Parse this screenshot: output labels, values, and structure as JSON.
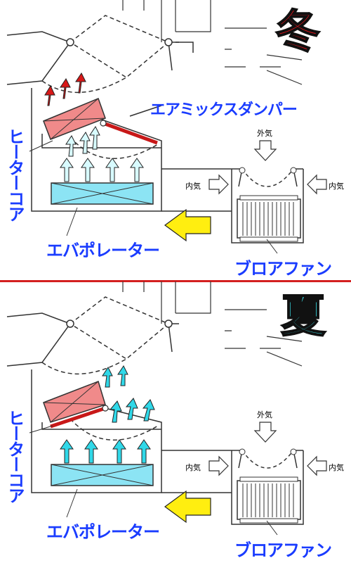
{
  "winter": {
    "season_label": "冬",
    "season_color": "#e8121a",
    "labels": {
      "mix_damper": "エアミックスダンパー",
      "heater_core": "ヒーターコア",
      "evaporator": "エバポレーター",
      "blower_fan": "ブロアファン",
      "outside_air": "外気",
      "inside_air_left": "内気",
      "inside_air_right": "内気"
    }
  },
  "summer": {
    "season_label": "夏",
    "season_color": "#38e0e8",
    "labels": {
      "heater_core": "ヒーターコア",
      "evaporator": "エバポレーター",
      "blower_fan": "ブロアファン",
      "outside_air": "外気",
      "inside_air_left": "内気",
      "inside_air_right": "内気"
    }
  },
  "colors": {
    "label_blue": "#1a3cff",
    "heater_fill": "#f08a8a",
    "evaporator_fill": "#8ce4f4",
    "hot_arrow": "#d81818",
    "cool_arrow": "#30d8e8",
    "flow_arrow": "#ffee10",
    "divider": "#d42020"
  }
}
